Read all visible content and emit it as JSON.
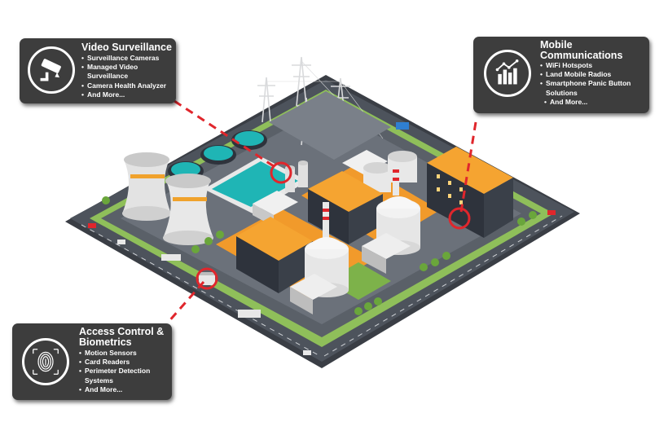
{
  "callouts": {
    "video": {
      "title": "Video Surveillance",
      "items": [
        "Surveillance Cameras",
        "Managed Video Surveillance",
        "Camera Health Analyzer",
        "And More..."
      ],
      "icon": "security-camera-icon"
    },
    "mobile": {
      "title": "Mobile Communications",
      "items": [
        "WiFi Hotspots",
        "Land Mobile Radios",
        "Smartphone Panic Button Solutions",
        "And More..."
      ],
      "icon": "signal-bars-icon"
    },
    "access": {
      "title": "Access Control & Biometrics",
      "items": [
        "Motion Sensors",
        "Card Readers",
        "Perimeter Detection Systems",
        "And More..."
      ],
      "icon": "fingerprint-icon"
    }
  },
  "colors": {
    "callout_bg": "#3d3d3d",
    "leader_line": "#e0262c",
    "ground": "#4a4f57",
    "grass": "#8fbf5a",
    "building_orange": "#f19a2b",
    "building_dark": "#2e333c",
    "water": "#1fb5b5",
    "tower": "#e3e3e3"
  }
}
